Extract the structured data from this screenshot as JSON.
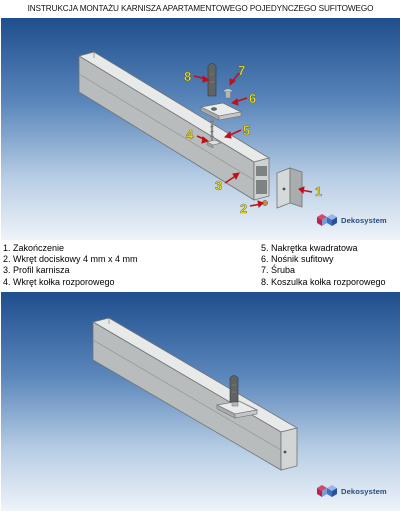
{
  "title": "INSTRUKCJA MONTAŻU KARNISZA APARTAMENTOWEGO POJEDYNCZEGO SUFITOWEGO",
  "brand": "Dekosystem",
  "colors": {
    "background_top": "#1f4e8d",
    "background_bottom": "#eef3f9",
    "callout_arrow": "#c0101a",
    "callout_number": "#f2e21a",
    "profile_aluminium": "#b9bcbc"
  },
  "callouts": [
    "1",
    "2",
    "3",
    "4",
    "5",
    "6",
    "7",
    "8"
  ],
  "legend": {
    "left": [
      "1. Zakończenie",
      "2. Wkręt dociskowy 4 mm x 4 mm",
      "3. Profil karnisza",
      "4. Wkręt kołka rozporowego"
    ],
    "right": [
      "5. Nakrętka kwadratowa",
      "6. Nośnik sufitowy",
      "7. Śruba",
      "8. Koszulka kołka rozporowego"
    ]
  }
}
